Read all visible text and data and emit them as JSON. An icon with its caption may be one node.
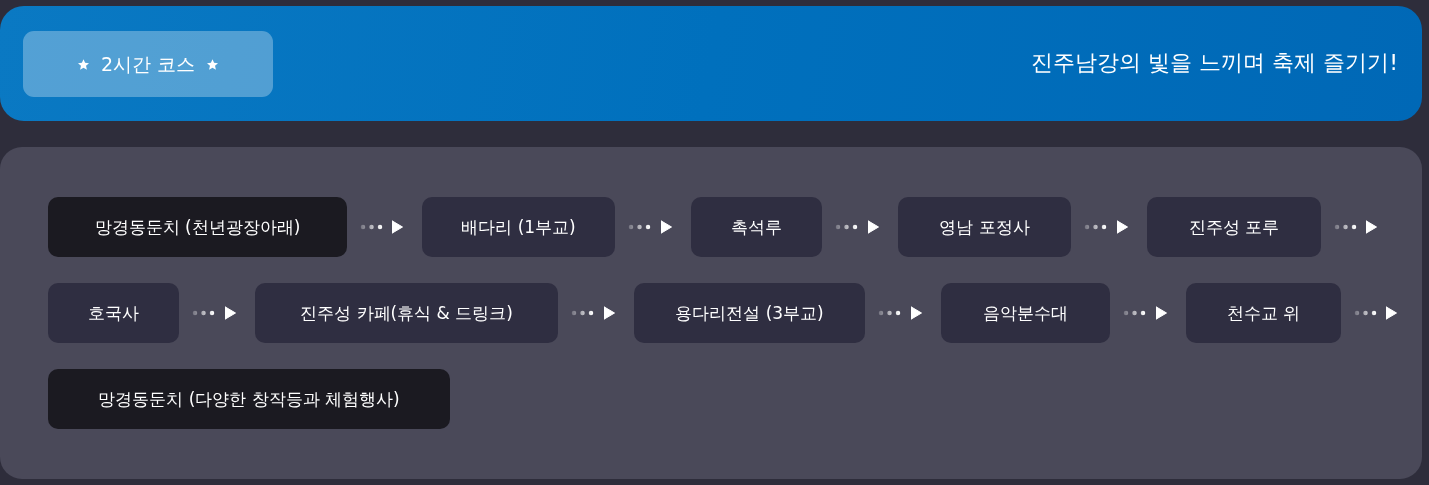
{
  "diagram": {
    "nodes": [
      {
        "text": [
          "진주남강의 빛을 느끼며 축제 즐기기!"
        ]
      },
      {
        "text": [
          "2시간 코스"
        ],
        "in": 0
      },
      {
        "text": [],
        "shape": "box"
      },
      {
        "text": [
          "망경동둔치 (천년광장아래)"
        ],
        "in": 2
      },
      {
        "text": [
          "배다리 (1부교)"
        ],
        "in": 2
      },
      {
        "text": [
          "촉석루"
        ],
        "in": 2
      },
      {
        "text": [
          "영남 포정사"
        ],
        "in": 2
      },
      {
        "text": [
          "진주성 포루"
        ],
        "in": 2
      },
      {
        "text": [
          "호국사"
        ],
        "in": 2
      },
      {
        "text": [
          "진주성 카페(휴식 & 드링크)"
        ],
        "in": 2
      },
      {
        "text": [
          "용다리전설 (3부교)"
        ],
        "in": 2
      },
      {
        "text": [
          "음악분수대"
        ],
        "in": 2
      },
      {
        "text": [
          "천수교 위"
        ],
        "in": 2
      },
      {
        "text": [
          "망경동둔치 (다양한 창작등과 체험행사)"
        ],
        "in": 2
      }
    ],
    "edges": [
      {
        "from": 3,
        "to": 4,
        "arrow": "to"
      },
      {
        "from": 4,
        "to": 5,
        "arrow": "to"
      },
      {
        "from": 5,
        "to": 6,
        "arrow": "to"
      },
      {
        "from": 6,
        "to": 7,
        "arrow": "to"
      },
      {
        "from": 7,
        "to": null,
        "arrow": "to"
      },
      {
        "from": 8,
        "to": 9,
        "arrow": "to"
      },
      {
        "from": 9,
        "to": 10,
        "arrow": "to"
      },
      {
        "from": 10,
        "to": 11,
        "arrow": "to"
      },
      {
        "from": 11,
        "to": 12,
        "arrow": "to"
      },
      {
        "from": 12,
        "to": null,
        "arrow": "to"
      }
    ]
  }
}
